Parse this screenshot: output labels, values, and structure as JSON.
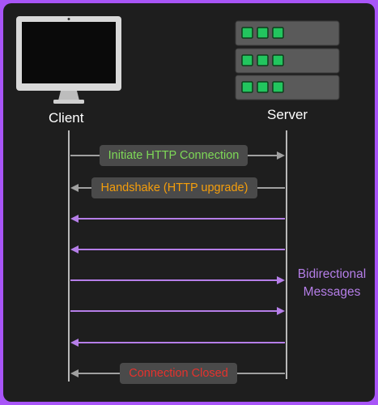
{
  "client": {
    "label": "Client",
    "icon": "monitor-icon"
  },
  "server": {
    "label": "Server",
    "icon": "server-rack-icon"
  },
  "messages": [
    {
      "label": "Initiate HTTP Connection",
      "direction": "client-to-server",
      "color": "#a0a0a0",
      "label_color": "#7ed957"
    },
    {
      "label": "Handshake (HTTP upgrade)",
      "direction": "server-to-client",
      "color": "#a0a0a0",
      "label_color": "#f59e0b"
    },
    {
      "label": "",
      "direction": "server-to-client",
      "color": "#b57ee8"
    },
    {
      "label": "",
      "direction": "server-to-client",
      "color": "#b57ee8"
    },
    {
      "label": "",
      "direction": "client-to-server",
      "color": "#b57ee8"
    },
    {
      "label": "",
      "direction": "client-to-server",
      "color": "#b57ee8"
    },
    {
      "label": "",
      "direction": "server-to-client",
      "color": "#b57ee8"
    },
    {
      "label": "Connection Closed",
      "direction": "server-to-client",
      "color": "#a0a0a0",
      "label_color": "#e5322d"
    }
  ],
  "bidirectional_note": {
    "line1": "Bidirectional",
    "line2": "Messages"
  },
  "colors": {
    "background": "#1e1e1e",
    "border": "#a855f7",
    "lifeline": "#b8b8b8",
    "server_light": "#22c55e",
    "server_box": "#5a5a5a"
  }
}
